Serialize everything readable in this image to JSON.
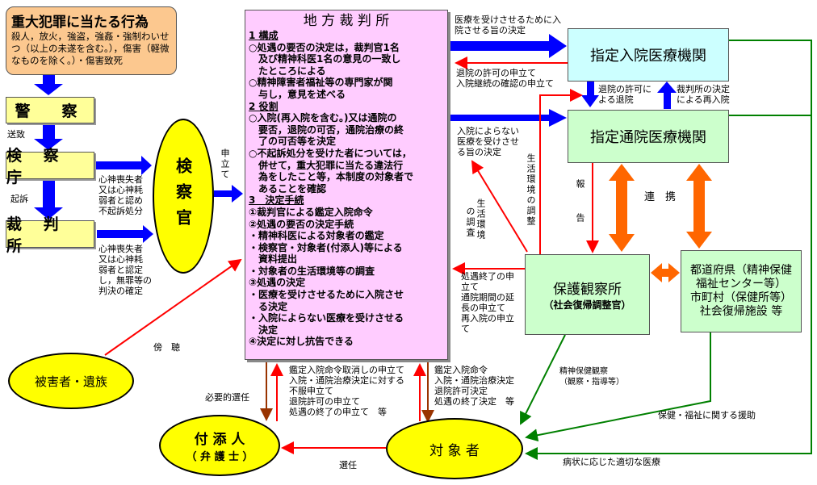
{
  "crime": {
    "title": "重大犯罪に当たる行為",
    "body": "殺人，放火，強盗，強姦・強制わいせつ（以上の未遂を含む。），傷害（軽微なものを除く。）・傷害致死"
  },
  "police": "警　察",
  "prosecutor_office": "検 察 庁",
  "court_left": "裁 判 所",
  "prosecutor": "検察官",
  "labels": {
    "sochi": "送致",
    "kiso": "起訴",
    "moushitate": "申立て",
    "fukiso": "心神喪失者\n又は心神耗\n弱者と認め\n不起訴処分",
    "muzai": "心神喪失者\n又は心神耗\n弱者と認定\nし，無罪等の\n判決の確定",
    "bouchou": "傍　聴",
    "hitsuyou": "必要的選任",
    "sennin": "選任",
    "nyuin_decision": "医療を受けさせるために入\n院させる旨の決定",
    "taiin_req": "退院の許可の申立て\n入院継続の確認の申立て",
    "tsuin_decision": "入院によらない\n医療を受けさせ\nる旨の決定",
    "taiin_permit": "退院の許可に\nよる退院",
    "sainyuin": "裁判所の決定\nによる再入院",
    "seikatsu_chousei": "生活環境の調整",
    "seikatsu_chousa_1": "生活環境",
    "seikatsu_chousa_2": "の調査",
    "houkoku": "報　告",
    "renkei": "連　携",
    "shuuryou_req": "処遇終了の申\n立て\n通院期間の延\n長の申立て\n再入院の申立\nて",
    "attendant_reqs": "鑑定入院命令取消しの申立て\n入院・通院治療決定に対する\n不服申立て\n退院許可の申立て\n処遇の終了の申立て　等",
    "court_orders": "鑑定入院命令\n入院・通院治療決定\n退院許可決定\n処遇の終了決定　等",
    "seishin_hoken": "精神保健観察\n（観察・指導等）",
    "hoken_fukushi": "保健・福祉に関する援助",
    "byoujou": "病状に応じた適切な医療"
  },
  "district_court": {
    "title": "地 方 裁 判 所",
    "lines": [
      "1 構成",
      "○処遇の要否の決定は，裁判官1名",
      "　及び精神科医1名の意見の一致し",
      "　たところによる",
      "○精神障害者福祉等の専門家が関",
      "　与し，意見を述べる",
      "2 役割",
      "○入院(再入院を含む。)又は通院の",
      "　要否，退院の可否，通院治療の終",
      "　了の可否等を決定",
      "○不起訴処分を受けた者については，",
      "　併せて，重大犯罪に当たる違法行",
      "　為をしたこと等，本制度の対象者で",
      "　あることを確認",
      "3　決定手続",
      "①裁判官による鑑定入院命令",
      "②処遇の要否の決定手続",
      "・精神科医による対象者の鑑定",
      "・検察官・対象者(付添人)等による",
      "　資料提出",
      "・対象者の生活環境等の調査",
      "③処遇の決定",
      "・医療を受けさせるために入院させ",
      "　る決定",
      "・入院によらない医療を受けさせる",
      "　決定",
      "④決定に対し抗告できる"
    ]
  },
  "inpatient": "指定入院医療機関",
  "outpatient": "指定通院医療機関",
  "probation": {
    "title": "保護観察所",
    "sub": "（社会復帰調整官）"
  },
  "prefecture": "都道府県（精神保健\n福祉センター等）\n市町村（保健所等）\n社会復帰施設 等",
  "victims": "被害者・遺族",
  "attendant": {
    "title": "付 添 人",
    "sub": "（ 弁 護 士 ）"
  },
  "subject": "対 象 者",
  "colors": {
    "blue": "#0000ff",
    "red": "#ff0000",
    "orange": "#ff6600",
    "green": "#008000",
    "brown": "#993300",
    "pink": "#ffccff"
  }
}
